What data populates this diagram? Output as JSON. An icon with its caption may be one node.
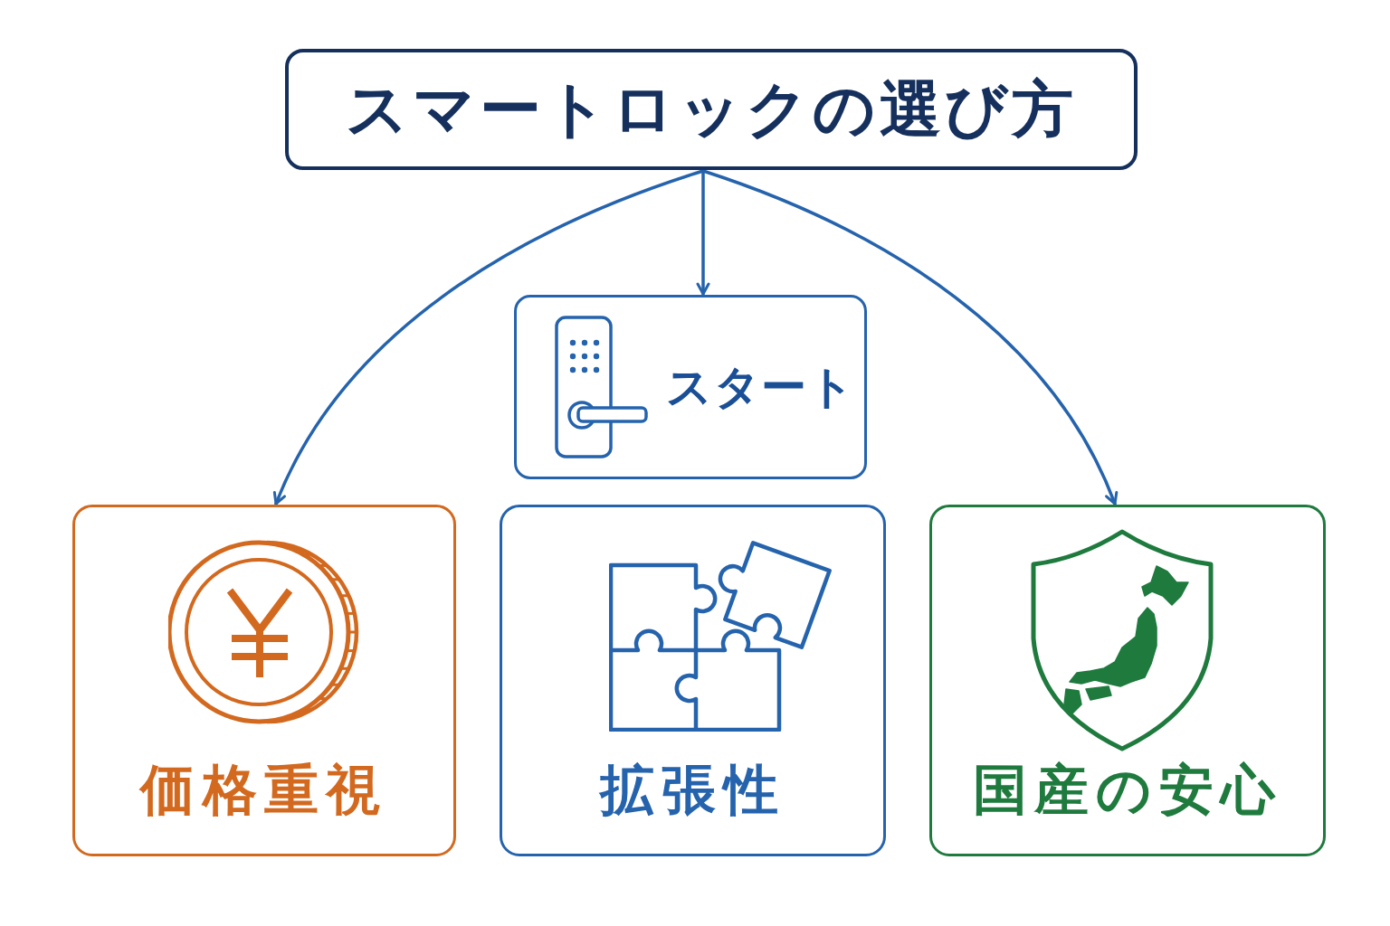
{
  "diagram": {
    "nodes": [
      {
        "text": [
          "スマートロックの選び方"
        ]
      },
      {
        "text": [
          "スタート"
        ]
      },
      {
        "text": [
          "価格重視"
        ]
      },
      {
        "text": [
          "拡張性"
        ]
      },
      {
        "text": [
          "国産の安心"
        ]
      }
    ],
    "edges": [
      {
        "from": 0,
        "to": 2,
        "arrow": "to"
      },
      {
        "from": 0,
        "to": 1,
        "arrow": "to"
      },
      {
        "from": 0,
        "to": 4,
        "arrow": "to"
      }
    ]
  }
}
